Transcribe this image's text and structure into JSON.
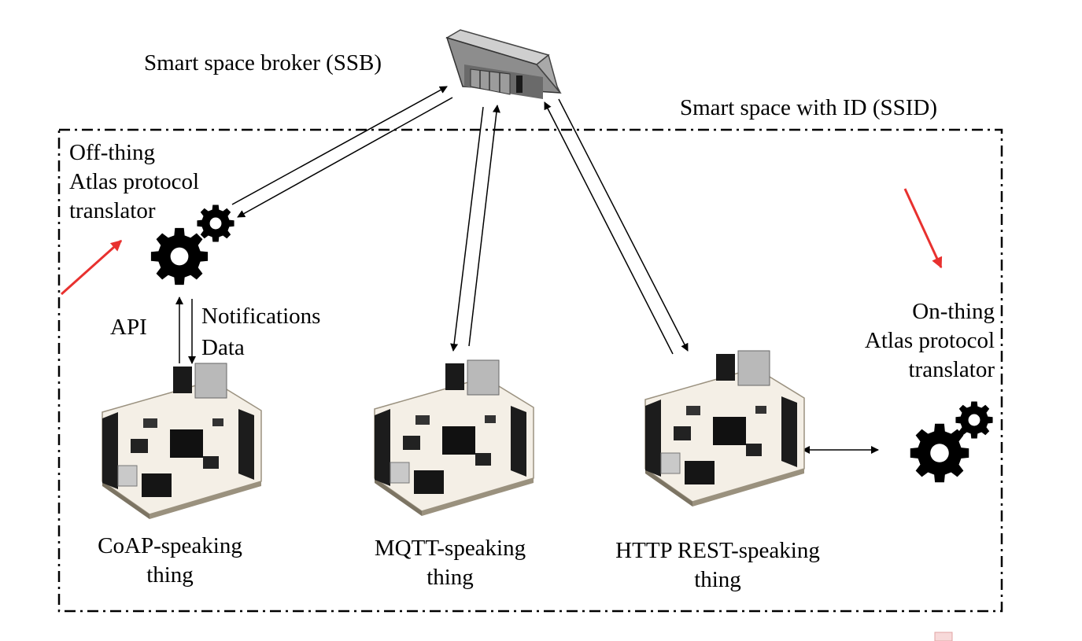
{
  "labels": {
    "ssb": "Smart space broker (SSB)",
    "ssid": "Smart space with ID (SSID)",
    "off_thing": [
      "Off-thing",
      "Atlas protocol",
      "translator"
    ],
    "on_thing": [
      "On-thing",
      "Atlas protocol",
      "translator"
    ],
    "api": "API",
    "notifications": "Notifications",
    "data": "Data",
    "coap": [
      "CoAP-speaking",
      "thing"
    ],
    "mqtt": [
      "MQTT-speaking",
      "thing"
    ],
    "http": [
      "HTTP REST-speaking",
      "thing"
    ]
  },
  "icons": [
    "broker-server-icon",
    "gear-icon",
    "embedded-board-icon",
    "red-pointer-arrow-icon"
  ],
  "colors": {
    "accent_red": "#e8312f",
    "line": "#000000"
  }
}
